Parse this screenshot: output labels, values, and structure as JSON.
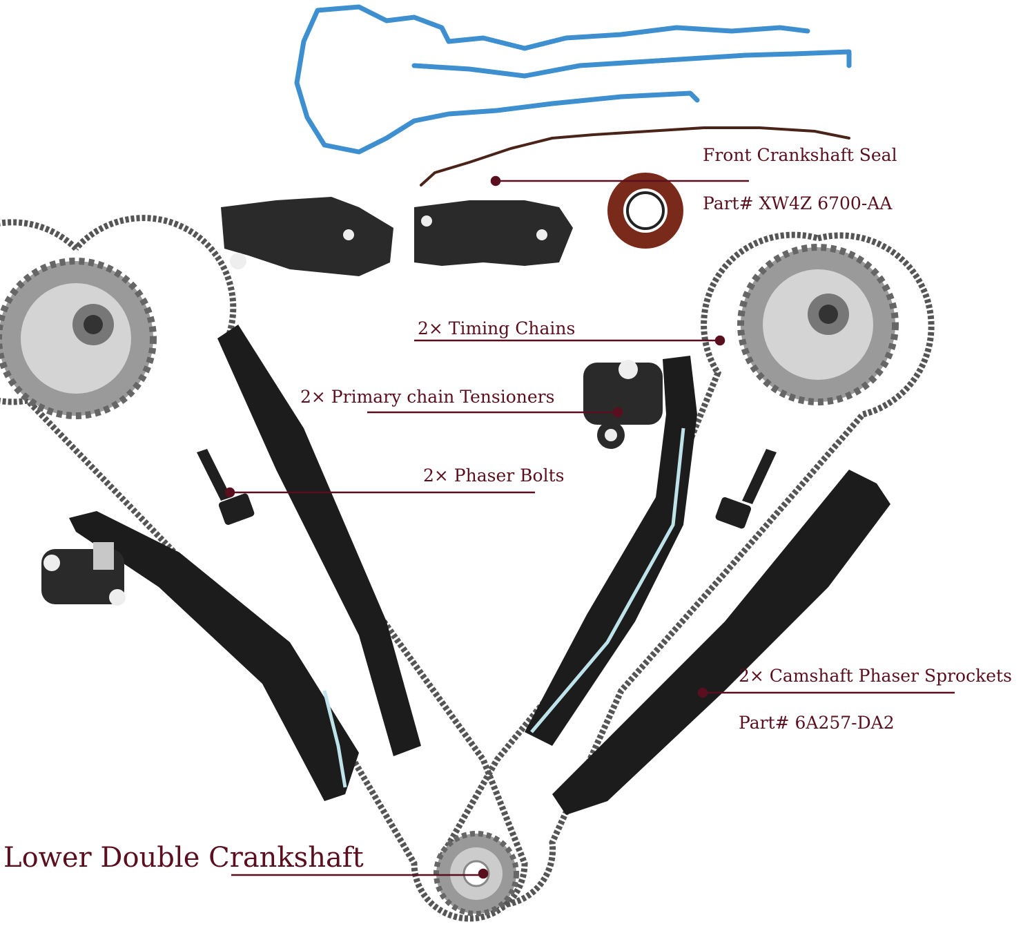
{
  "colors": {
    "label": "#5a0f1e",
    "gasket_blue": "#3d8fcf",
    "part_black": "#1c1c1c",
    "metal": "#b9b9b9"
  },
  "labels": {
    "front_seal": "Front Crankshaft Seal",
    "front_seal_part": "Part# XW4Z 6700-AA",
    "timing_chains": "2× Timing Chains",
    "tensioners": "2× Primary chain Tensioners",
    "phaser_bolts": "2× Phaser Bolts",
    "phaser_sprockets": "2× Camshaft Phaser Sprockets",
    "phaser_sprockets_part": "Part# 6A257-DA2",
    "crankshaft": "Lower Double Crankshaft"
  }
}
